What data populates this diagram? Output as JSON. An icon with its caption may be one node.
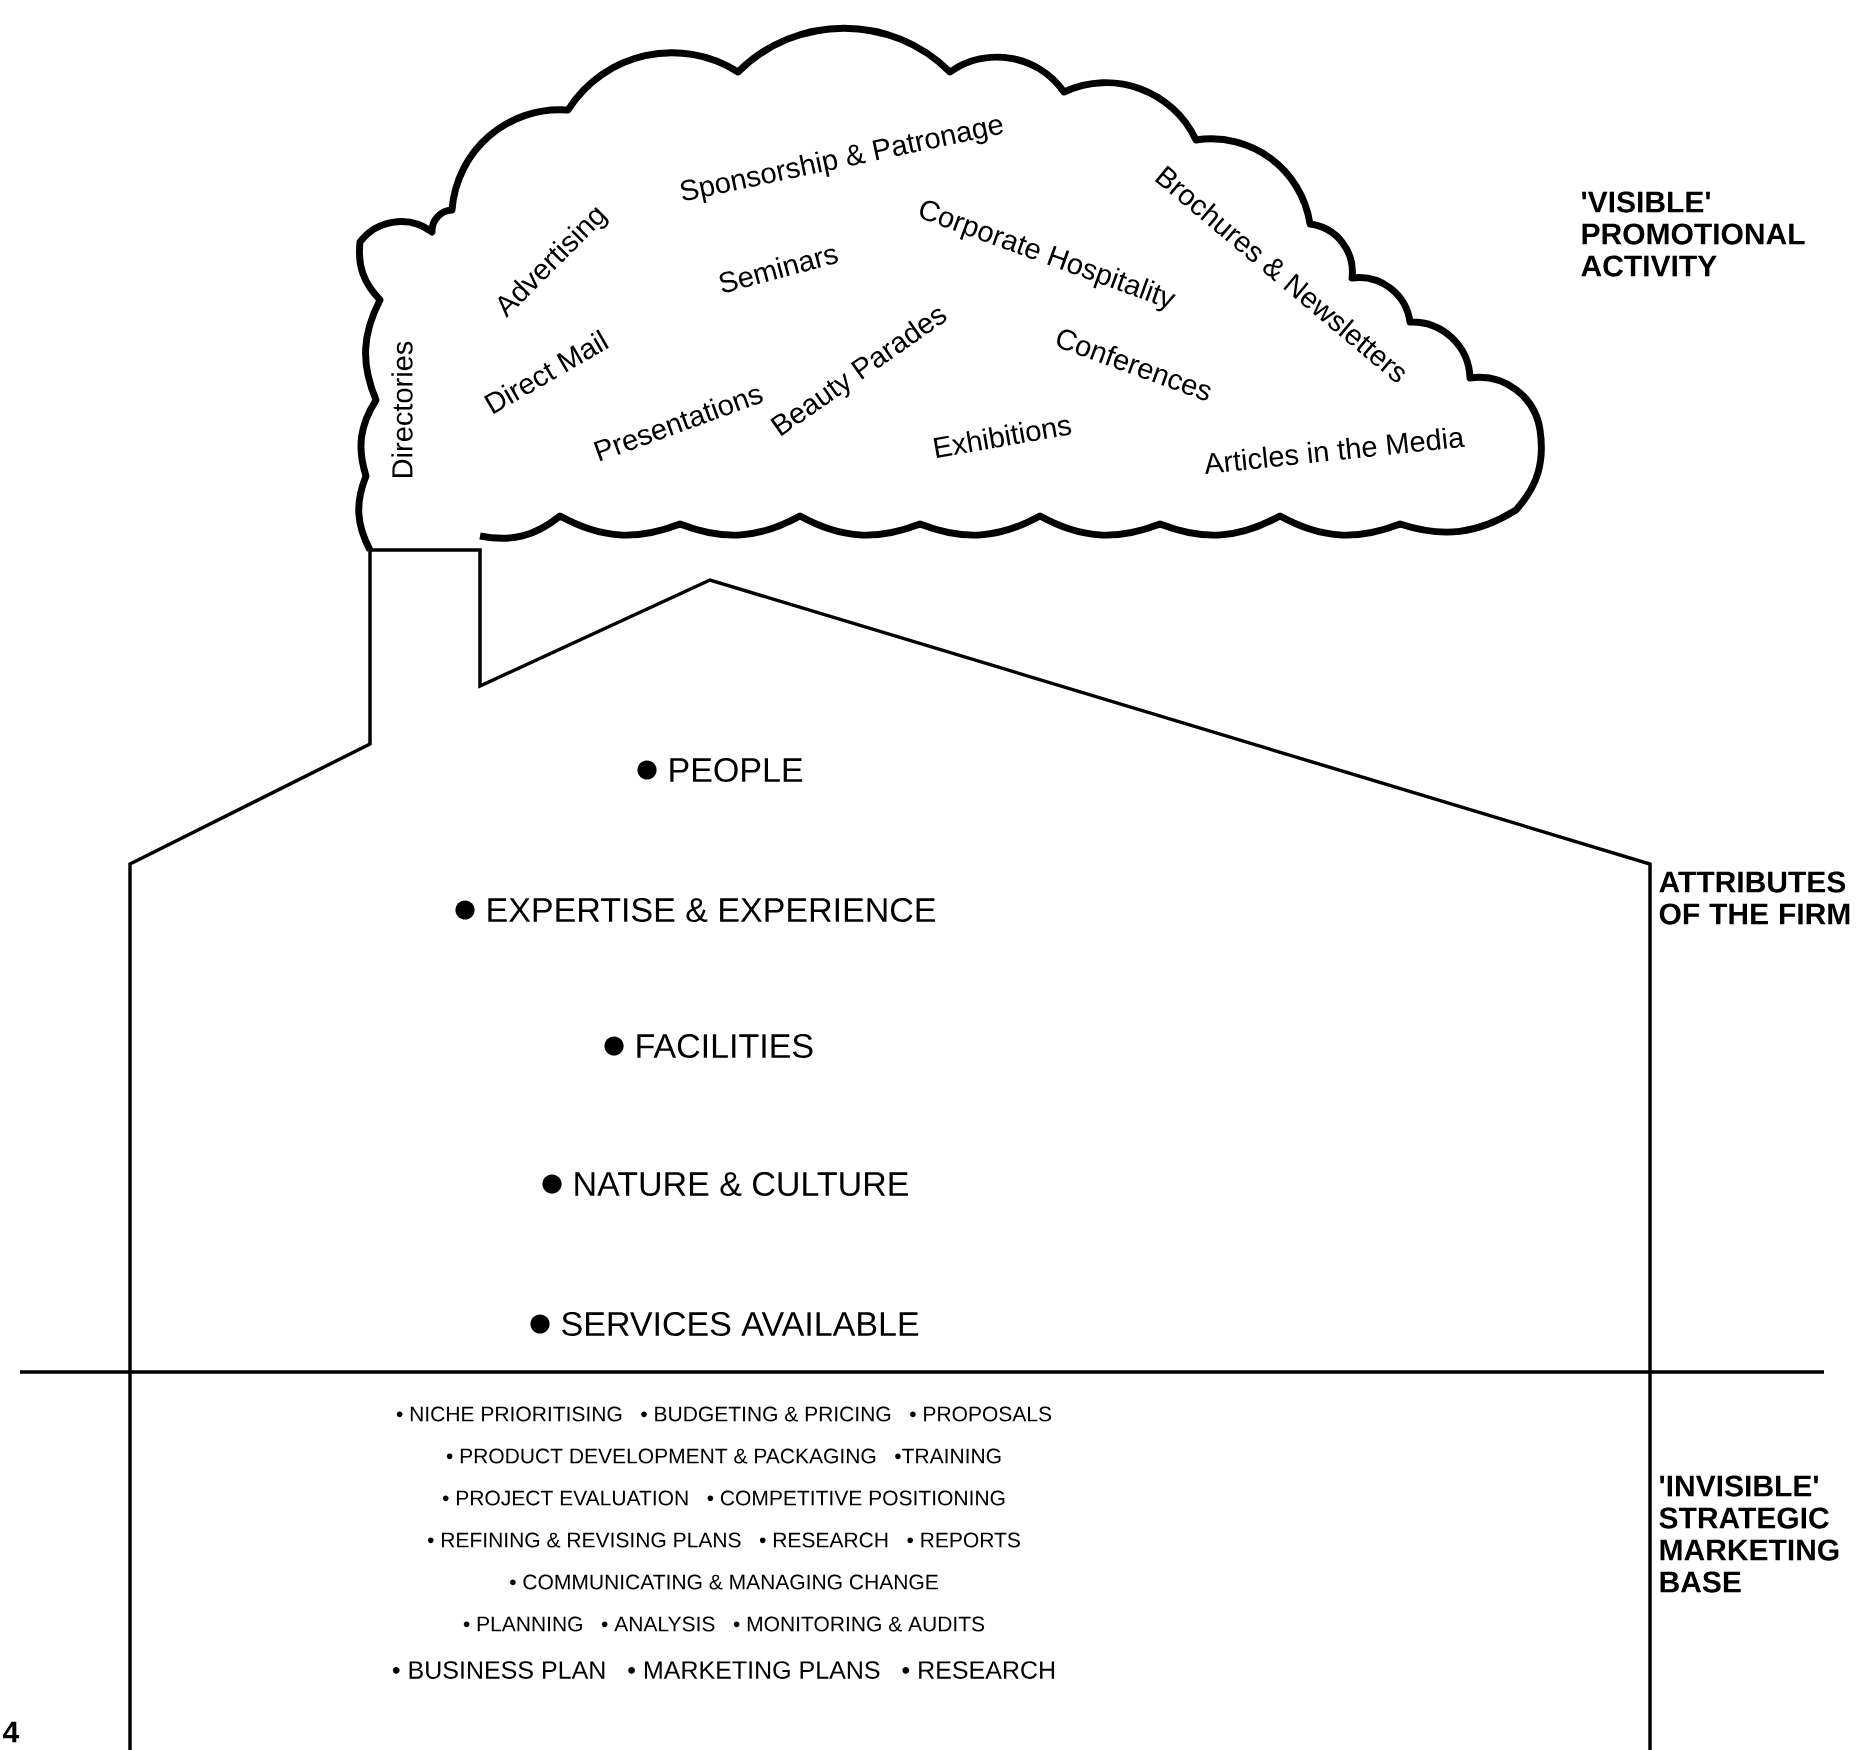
{
  "diagram": {
    "nodes": [
      {
        "text": [
          "Sponsorship & Patronage",
          "Advertising",
          "Seminars",
          "Corporate Hospitality",
          "Brochures & Newsletters",
          "Direct Mail",
          "Directories",
          "Beauty Parades",
          "Conferences",
          "Presentations",
          "Exhibitions",
          "Articles in the Media"
        ]
      },
      {
        "text": [
          "PEOPLE",
          "EXPERTISE & EXPERIENCE",
          "FACILITIES",
          "NATURE & CULTURE",
          "SERVICES AVAILABLE"
        ]
      },
      {
        "text": [
          "• NICHE PRIORITISING   • BUDGETING & PRICING   • PROPOSALS",
          "• PRODUCT DEVELOPMENT & PACKAGING   •TRAINING",
          "• PROJECT EVALUATION   • COMPETITIVE POSITIONING",
          "• REFINING & REVISING PLANS   • RESEARCH   • REPORTS",
          "• COMMUNICATING & MANAGING CHANGE",
          "• PLANNING   • ANALYSIS   • MONITORING & AUDITS",
          "• BUSINESS PLAN   • MARKETING PLANS   • RESEARCH"
        ],
        "in": 1
      }
    ],
    "labels": [
      "'VISIBLE' PROMOTIONAL ACTIVITY",
      "ATTRIBUTES OF THE FIRM",
      "'INVISIBLE' STRATEGIC MARKETING BASE",
      "4"
    ]
  }
}
